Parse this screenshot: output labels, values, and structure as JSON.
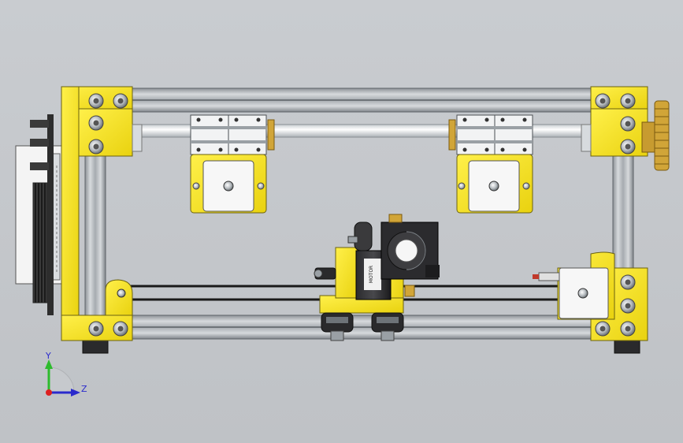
{
  "viewport": {
    "background": "#c6c9cd"
  },
  "palette": {
    "bracket_yellow": "#f5e21a",
    "bracket_edge": "#6b6210",
    "extrusion": "#b9bdc1",
    "extrusion_dark": "#7d8287",
    "rod": "#e8ecef",
    "motor_black": "#1c1c1e",
    "bolt": "#9aa0a5",
    "belt": "#1a1a1a",
    "gear_brass": "#d1a538",
    "board_white": "#f4f4f4",
    "axis_y": "#2dbb2d",
    "axis_z": "#2a2acc",
    "axis_x": "#dd2020"
  },
  "triad": {
    "y_label": "Y",
    "z_label": "Z"
  },
  "motor_label_text": "MOTOR"
}
